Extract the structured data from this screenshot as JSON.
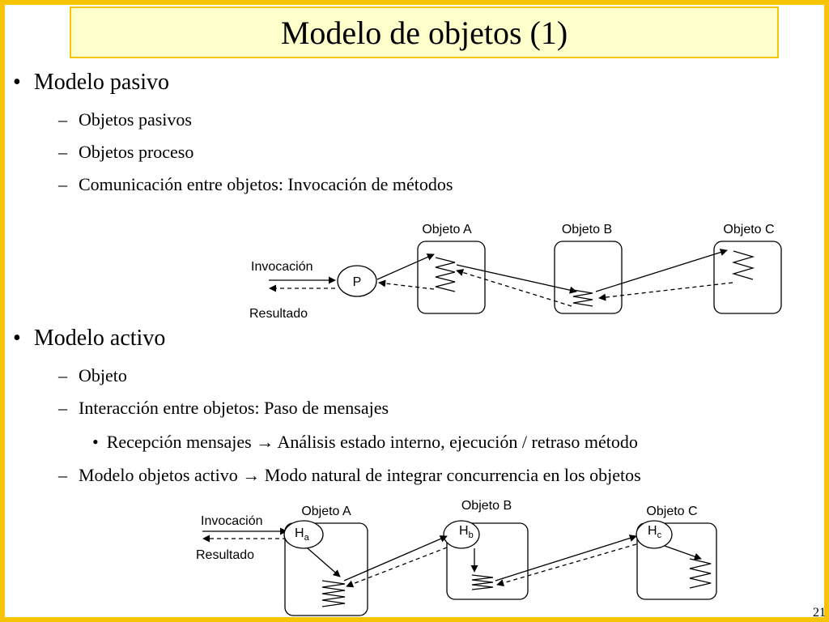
{
  "slide": {
    "title": "Modelo de objetos (1)",
    "page_number": "21"
  },
  "bullets": {
    "passive": {
      "marker": "•",
      "text": "Modelo pasivo",
      "subitems": [
        {
          "marker": "–",
          "text": "Objetos pasivos"
        },
        {
          "marker": "–",
          "text": "Objetos proceso"
        },
        {
          "marker": "–",
          "text": "Comunicación entre objetos: Invocación de métodos"
        }
      ]
    },
    "active": {
      "marker": "•",
      "text": "Modelo activo",
      "subitems": [
        {
          "marker": "–",
          "text": "Objeto"
        },
        {
          "marker": "–",
          "text": "Interacción entre objetos: Paso de mensajes"
        },
        {
          "marker": "•",
          "text": "Recepción mensajes → Análisis estado interno, ejecución / retraso método"
        },
        {
          "marker": "–",
          "text": "Modelo objetos activo → Modo natural de integrar concurrencia en los objetos"
        }
      ]
    }
  },
  "diagram_passive": {
    "invocation_label": "Invocación",
    "result_label": "Resultado",
    "process_label": "P",
    "objects": [
      "Objeto A",
      "Objeto B",
      "Objeto C"
    ]
  },
  "diagram_active": {
    "invocation_label": "Invocación",
    "result_label": "Resultado",
    "objects": [
      "Objeto A",
      "Objeto B",
      "Objeto C"
    ],
    "threads": [
      {
        "base": "H",
        "sub": "a"
      },
      {
        "base": "H",
        "sub": "b"
      },
      {
        "base": "H",
        "sub": "c"
      }
    ]
  },
  "colors": {
    "border": "#f6c400",
    "title_background": "#ffffcc",
    "text": "#000000"
  }
}
